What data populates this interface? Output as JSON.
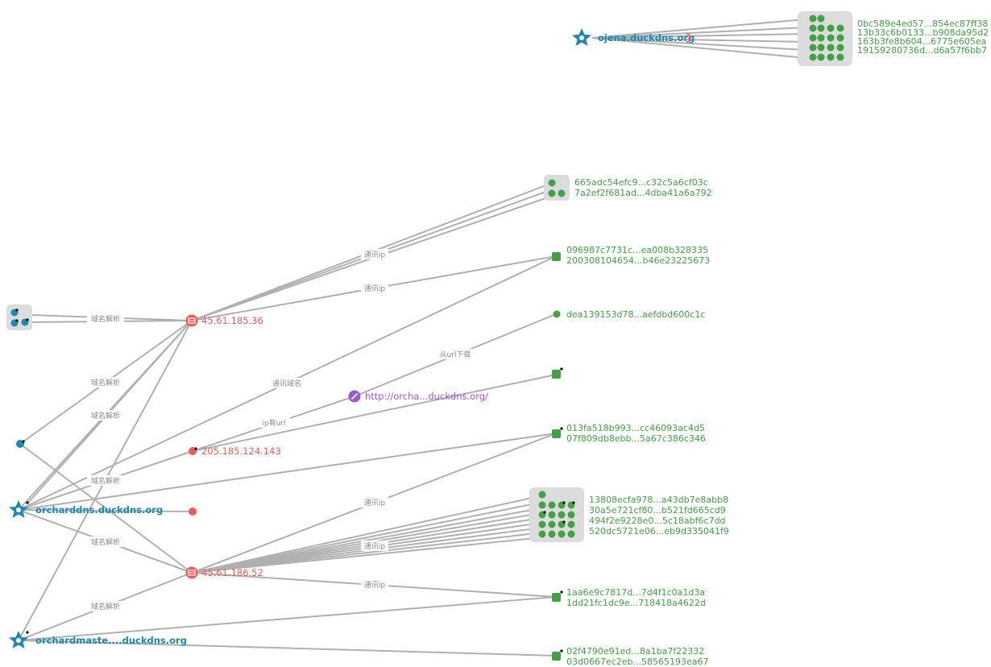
{
  "colors": {
    "domain": "#1e88b4",
    "ip": "#f15a5a",
    "url": "#9b59c9",
    "file": "#43a047",
    "edge": "#b0b0b0",
    "group_bg": "#dcdcdc"
  },
  "nodes": {
    "ojena_domain": {
      "label": "ojena.duckdns.org",
      "icon": "star-domain-icon"
    },
    "orcharddns_domain": {
      "label": "orcharddns.duckdns.org",
      "icon": "star-domain-icon"
    },
    "orchardmaster_domain": {
      "label": "orchardmaste....duckdns.org",
      "icon": "star-domain-icon"
    },
    "ip_1": {
      "label": "45.61.185.36",
      "icon": "server-ip-icon"
    },
    "ip_2": {
      "label": "205.185.124.143",
      "icon": "ip-dot-icon"
    },
    "ip_3": {
      "label": "45.61.186.52",
      "icon": "server-ip-icon"
    },
    "url_1": {
      "label": "http://orcha...duckdns.org/",
      "icon": "link-icon"
    }
  },
  "file_groups": {
    "top_right": [
      "0bc589e4ed57...854ec87ff38",
      "13b33c6b0133...b908da95d2",
      "163b3fe8b604...6775e605ea",
      "19159280736d...d6a57f6bb7"
    ],
    "group_a": [
      "665adc54efc9...c32c5a6cf03c",
      "7a2ef2f681ad...4dba41a6a792"
    ],
    "group_b": [
      "096987c7731c...ea008b328335",
      "200308104654...b46e23225673"
    ],
    "group_c": [
      "dea139153d78...aefdbd600c1c"
    ],
    "group_e": [
      "013fa518b993...cc46093ac4d5",
      "07f809db8ebb...5a67c386c346"
    ],
    "group_f": [
      "13808ecfa978...a43db7e8abb8",
      "30a5e721cf80...b521fd665cd9",
      "494f2e9228e0...5c18abf6c7dd",
      "520dc5721e06...eb9d335041f9"
    ],
    "group_g": [
      "1aa6e9c7817d...7d4f1c0a1d3a",
      "1dd21fc1dc9e...718418a4622d"
    ],
    "group_h": [
      "02f4790e91ed...8a1ba7f22332",
      "03d0667ec2eb...58565193ea67"
    ]
  },
  "edge_labels": {
    "resolve_1": "域名解析",
    "resolve_2": "域名解析",
    "resolve_3": "域名解析",
    "resolve_4": "域名解析",
    "resolve_5": "域名解析",
    "resolve_6": "域名解析",
    "comm_ip_1": "通讯ip",
    "comm_ip_2": "通讯ip",
    "comm_domain": "通讯域名",
    "download_from_url": "从url下载",
    "ip_has_url": "ip有url",
    "comm_ip_3": "通讯ip",
    "comm_ip_4": "通讯ip",
    "comm_ip_5": "通讯ip"
  }
}
